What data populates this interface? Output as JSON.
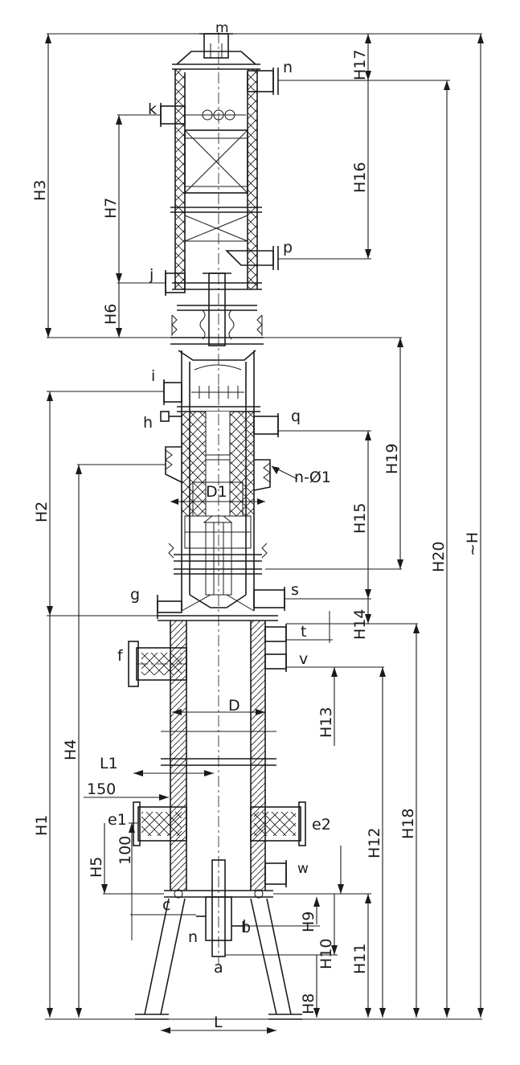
{
  "labels": {
    "m": "m",
    "n": "n",
    "k": "k",
    "p": "p",
    "j": "j",
    "i": "i",
    "h": "h",
    "q": "q",
    "n_phi": "n-Ø1",
    "D1": "D1",
    "g": "g",
    "s": "s",
    "t": "t",
    "f": "f",
    "v": "v",
    "D": "D",
    "L1": "L1",
    "d150": "150",
    "e1": "e1",
    "e2": "e2",
    "d100": "100",
    "w": "w",
    "c": "c",
    "n2": "n",
    "b": "b",
    "a": "a",
    "L": "L"
  },
  "dimensions": {
    "H3": "H3",
    "H7": "H7",
    "H6": "H6",
    "H2": "H2",
    "H4": "H4",
    "H1": "H1",
    "H5": "H5",
    "H17": "H17",
    "H16": "H16",
    "H19": "H19",
    "H15": "H15",
    "H14": "H14",
    "H13": "H13",
    "H20": "H20",
    "H": "~H",
    "H12": "H12",
    "H18": "H18",
    "H9": "H9",
    "H10": "H10",
    "H11": "H11",
    "H8": "H8"
  }
}
